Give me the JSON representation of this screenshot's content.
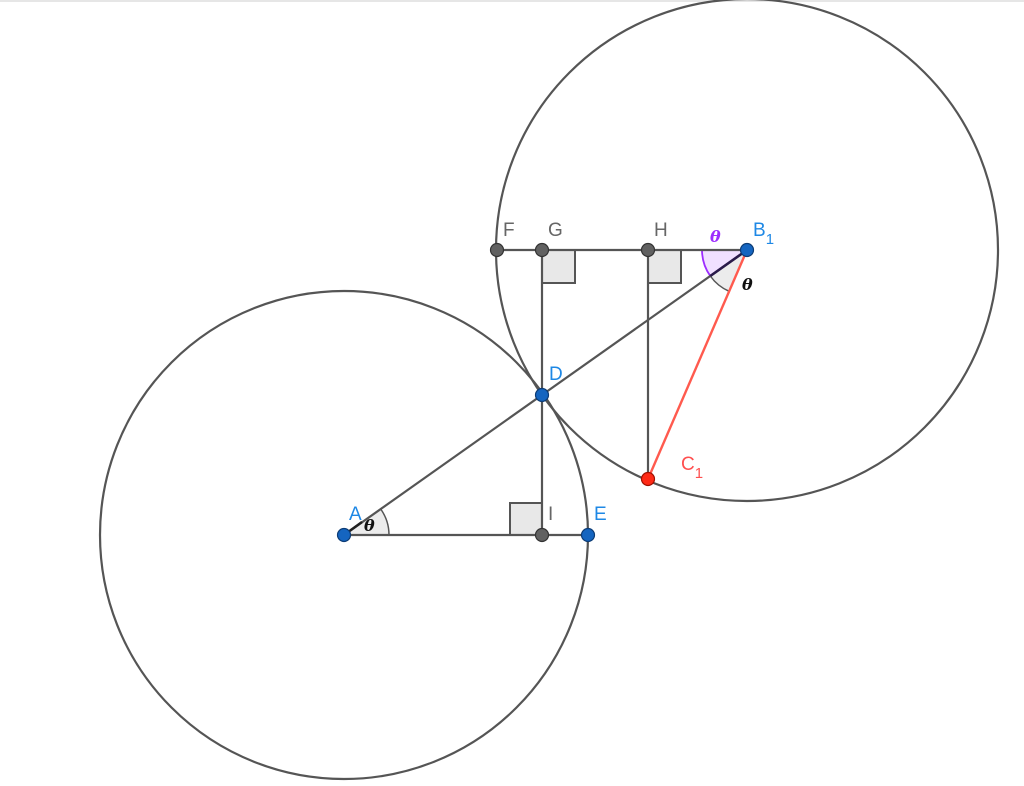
{
  "diagram": {
    "points": {
      "A": "A",
      "B": "B",
      "B_sub": "1",
      "C": "C",
      "C_sub": "1",
      "D": "D",
      "E": "E",
      "F": "F",
      "G": "G",
      "H": "H",
      "I": "I"
    },
    "angles": {
      "theta_A": "θ",
      "theta_B_purple": "θ",
      "theta_B_gray": "θ"
    },
    "colors": {
      "blue_point": "#1565c0",
      "gray_point": "#616161",
      "red_point": "#ff2a16",
      "line": "#555555",
      "red_segment": "#ff5a4e",
      "purple_angle": "#9d2cff",
      "label_blue": "#1e88e5",
      "label_gray": "#666666",
      "label_red": "#ff4f4f"
    }
  }
}
